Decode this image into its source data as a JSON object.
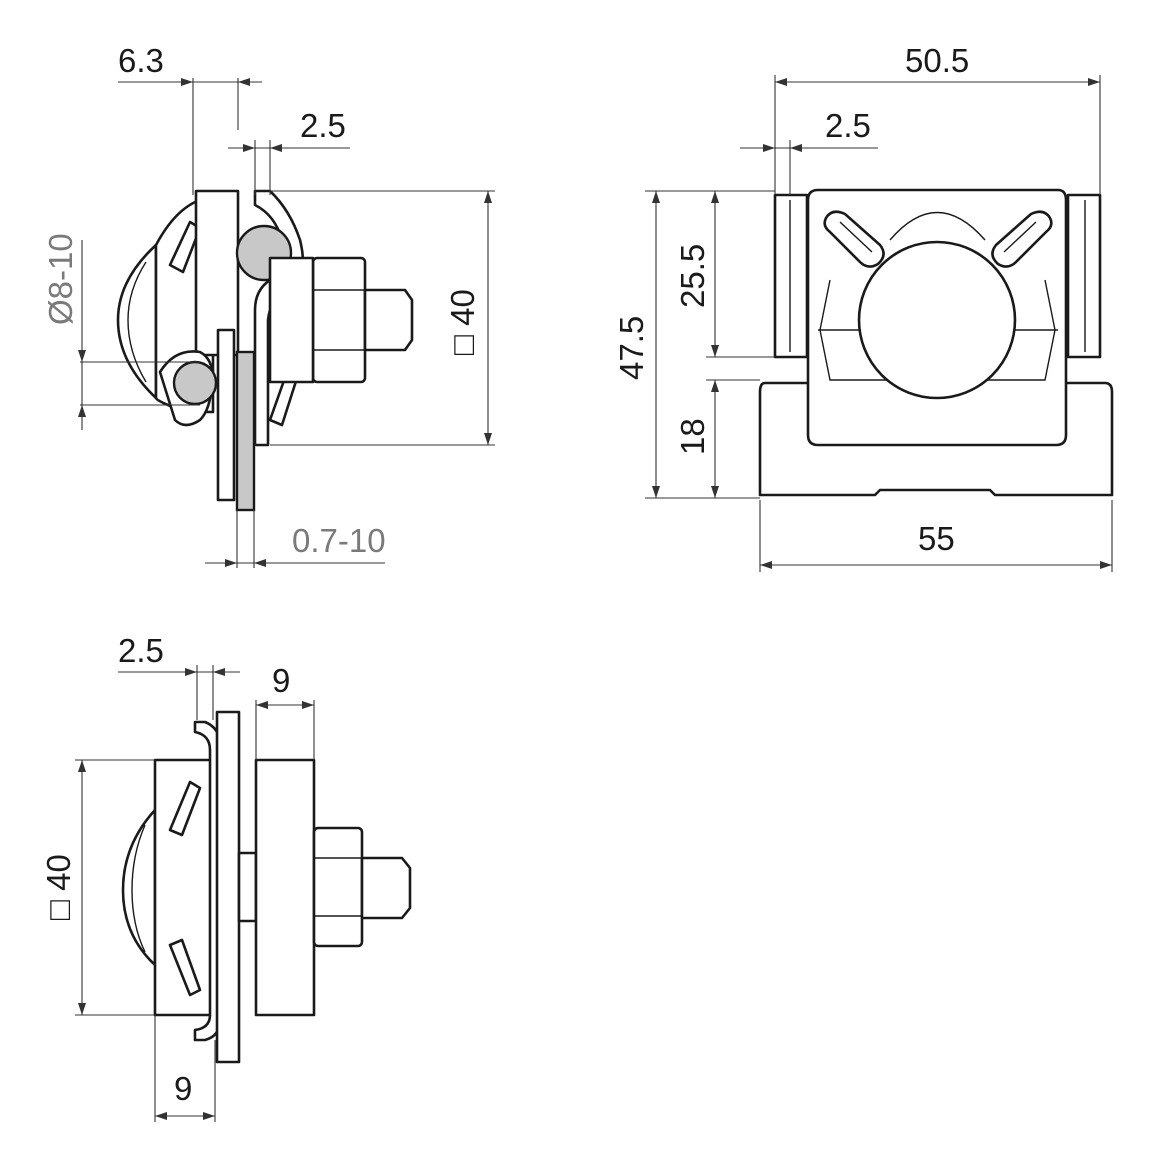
{
  "view_side": {
    "dim_top_width": "6.3",
    "dim_sheet_thickness": "2.5",
    "dim_square": "□ 40",
    "dim_round_conductor": "Ø8-10",
    "dim_clamp_range": "0.7-10"
  },
  "view_front": {
    "dim_overall_width": "50.5",
    "dim_sheet_thickness": "2.5",
    "dim_upper_height": "25.5",
    "dim_total_height": "47.5",
    "dim_base_height": "18",
    "dim_base_width": "55"
  },
  "view_side_flat": {
    "dim_sheet_thickness": "2.5",
    "dim_plate_width": "9",
    "dim_square": "□ 40",
    "dim_body_width": "9"
  },
  "colors": {
    "line": "#1a1a1a",
    "dimension_text": "#1a1a1a",
    "secondary_text": "#7a7a7a",
    "conductor_fill": "#c8c8c8"
  }
}
